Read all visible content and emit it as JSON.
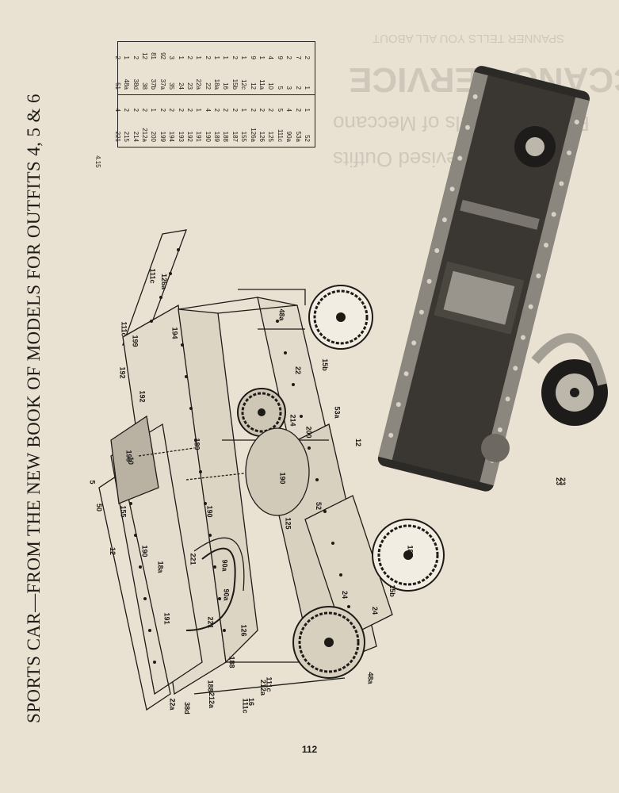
{
  "title": "SPORTS CAR—FROM THE NEW BOOK OF MODELS FOR OUTFITS 4, 5 & 6",
  "parts_code": "4.15",
  "parts_table": {
    "left": [
      [
        "2",
        "1"
      ],
      [
        "7",
        "2"
      ],
      [
        "2",
        "3"
      ],
      [
        "9",
        "5"
      ],
      [
        "4",
        "10"
      ],
      [
        "1",
        "11a"
      ],
      [
        "9",
        "12"
      ],
      [
        "1",
        "12c"
      ],
      [
        "2",
        "15b"
      ],
      [
        "1",
        "16"
      ],
      [
        "1",
        "18a"
      ],
      [
        "2",
        "22"
      ],
      [
        "1",
        "22a"
      ],
      [
        "2",
        "23"
      ],
      [
        "1",
        "24"
      ],
      [
        "3",
        "35"
      ],
      [
        "92",
        "37a"
      ],
      [
        "81",
        "37b"
      ],
      [
        "12",
        "38"
      ],
      [
        "2",
        "38d"
      ],
      [
        "1",
        "48a"
      ],
      [
        "2",
        "51"
      ]
    ],
    "right": [
      [
        "1",
        "52"
      ],
      [
        "2",
        "53a"
      ],
      [
        "4",
        "90a"
      ],
      [
        "5",
        "111c"
      ],
      [
        "2",
        "125"
      ],
      [
        "2",
        "126"
      ],
      [
        "2",
        "126a"
      ],
      [
        "1",
        "155"
      ],
      [
        "2",
        "187"
      ],
      [
        "2",
        "188"
      ],
      [
        "2",
        "189"
      ],
      [
        "4",
        "190"
      ],
      [
        "1",
        "191"
      ],
      [
        "2",
        "192"
      ],
      [
        "2",
        "193"
      ],
      [
        "2",
        "194"
      ],
      [
        "2",
        "199"
      ],
      [
        "1",
        "200"
      ],
      [
        "2",
        "212a"
      ],
      [
        "2",
        "214"
      ],
      [
        "2",
        "215"
      ],
      [
        "4",
        "221"
      ]
    ]
  },
  "diagram_labels": [
    "111c",
    "126a",
    "111c",
    "192",
    "199",
    "194",
    "192",
    "193",
    "10",
    "155",
    "50",
    "12",
    "190",
    "18a",
    "221",
    "90a",
    "191",
    "221",
    "90a",
    "126",
    "188",
    "188",
    "212a",
    "38d",
    "22a",
    "111c",
    "16",
    "212a",
    "111c",
    "48a",
    "15b",
    "22",
    "214",
    "53a",
    "12",
    "189",
    "190",
    "200",
    "190",
    "125",
    "52",
    "187",
    "15b",
    "24",
    "24",
    "48a",
    "5",
    "23"
  ],
  "photo_label": "23",
  "ghost_lines": [
    "SPANNER TELLS YOU ALL ABOUT",
    "MECCANO SERVICE",
    "Read of Models of Meccano",
    "Explained Revised Outfits"
  ],
  "page_number": "112"
}
